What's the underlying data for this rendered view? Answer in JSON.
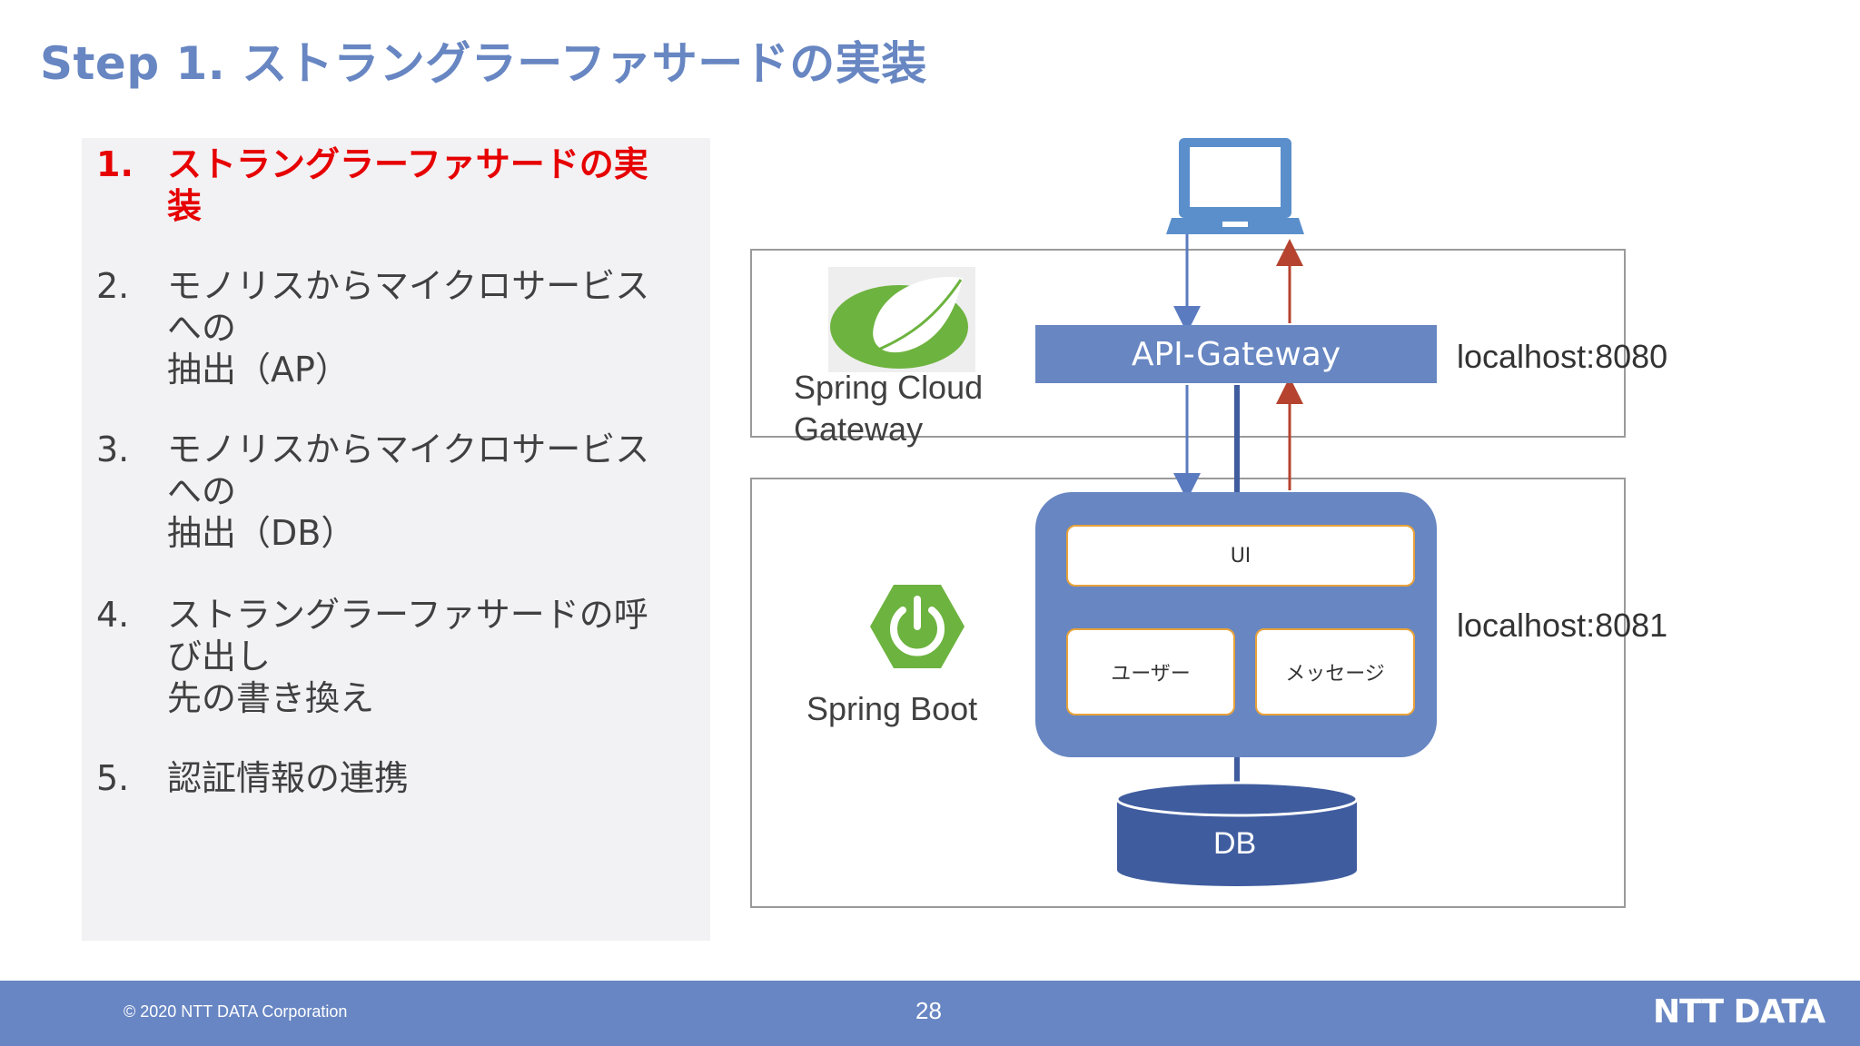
{
  "slide": {
    "title": "Step 1. ストラングラーファサードの実装",
    "page_number": "28",
    "copyright": "© 2020 NTT DATA Corporation",
    "logo": "NTT DATA"
  },
  "agenda": [
    {
      "num": "1.",
      "text": "ストラングラーファサードの実装",
      "active": true
    },
    {
      "num": "2.",
      "text": "モノリスからマイクロサービスへの\n抽出（AP）",
      "active": false
    },
    {
      "num": "3.",
      "text": "モノリスからマイクロサービスへの\n抽出（DB）",
      "active": false
    },
    {
      "num": "4.",
      "text": "ストラングラーファサードの呼び出し\n先の書き換え",
      "active": false
    },
    {
      "num": "5.",
      "text": "認証情報の連携",
      "active": false
    }
  ],
  "diagram": {
    "gateway_label": "API-Gateway",
    "gateway_host": "localhost:8080",
    "gateway_product": "Spring Cloud\nGateway",
    "app_host": "localhost:8081",
    "app_product": "Spring Boot",
    "modules": {
      "ui": "UI",
      "user": "ユーザー",
      "message": "メッセージ"
    },
    "db_label": "DB",
    "colors": {
      "accent": "#6786c2",
      "active_red": "#e60000",
      "response_arrow": "#b5432f",
      "request_arrow": "#5b7bc0",
      "db_fill": "#3f5c9e",
      "spring_green": "#6db33f"
    }
  }
}
